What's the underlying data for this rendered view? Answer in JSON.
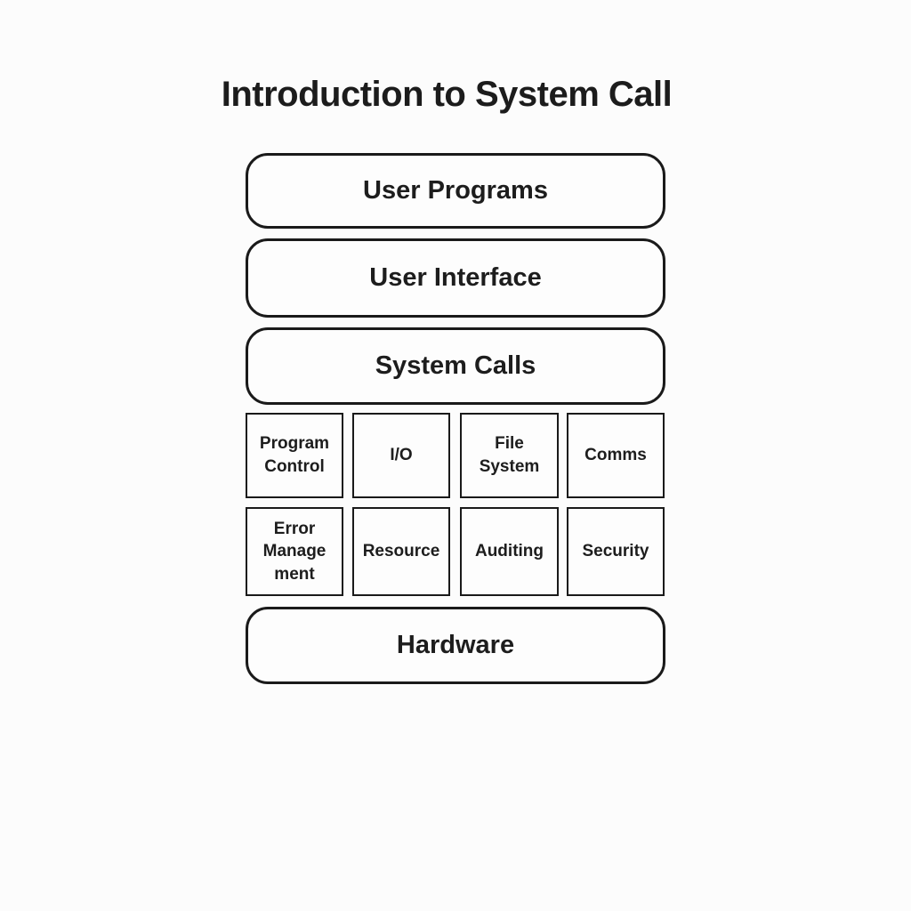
{
  "title": "Introduction to System Call",
  "colors": {
    "background": "#fcfcfc",
    "box_fill": "#fdfdfd",
    "border": "#1a1a1a",
    "text": "#1d1d1d"
  },
  "layers": {
    "user_programs": "User Programs",
    "user_interface": "User Interface",
    "system_calls": "System Calls",
    "hardware": "Hardware"
  },
  "categories": {
    "row1": [
      {
        "name": "program-control",
        "lines": [
          "Program",
          "Control"
        ]
      },
      {
        "name": "io",
        "lines": [
          "I/O"
        ]
      },
      {
        "name": "file-system",
        "lines": [
          "File",
          "System"
        ]
      },
      {
        "name": "comms",
        "lines": [
          "Comms"
        ]
      }
    ],
    "row2": [
      {
        "name": "error-management",
        "lines": [
          "Error",
          "Manage",
          "ment"
        ]
      },
      {
        "name": "resource",
        "lines": [
          "Resource"
        ]
      },
      {
        "name": "auditing",
        "lines": [
          "Auditing"
        ]
      },
      {
        "name": "security",
        "lines": [
          "Security"
        ]
      }
    ]
  }
}
